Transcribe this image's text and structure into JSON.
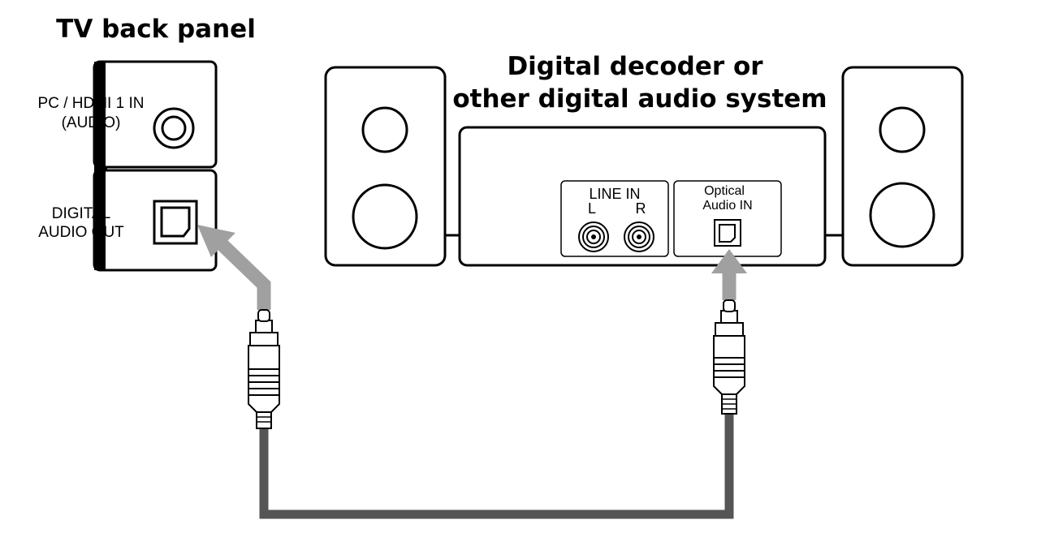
{
  "tv_panel": {
    "title": "TV back panel",
    "hdmi_label_line1": "PC / HDMI 1 IN",
    "hdmi_label_line2": "(AUDIO)",
    "digital_label_line1": "DIGITAL",
    "digital_label_line2": "AUDIO OUT"
  },
  "decoder": {
    "title_line1": "Digital decoder or",
    "title_line2": "other digital audio system",
    "line_in_label": "LINE IN",
    "left_label": "L",
    "right_label": "R",
    "optical_label_line1": "Optical",
    "optical_label_line2": "Audio IN"
  },
  "colors": {
    "cable": "#555555",
    "arrow": "#a0a0a0",
    "outline": "#000000"
  }
}
